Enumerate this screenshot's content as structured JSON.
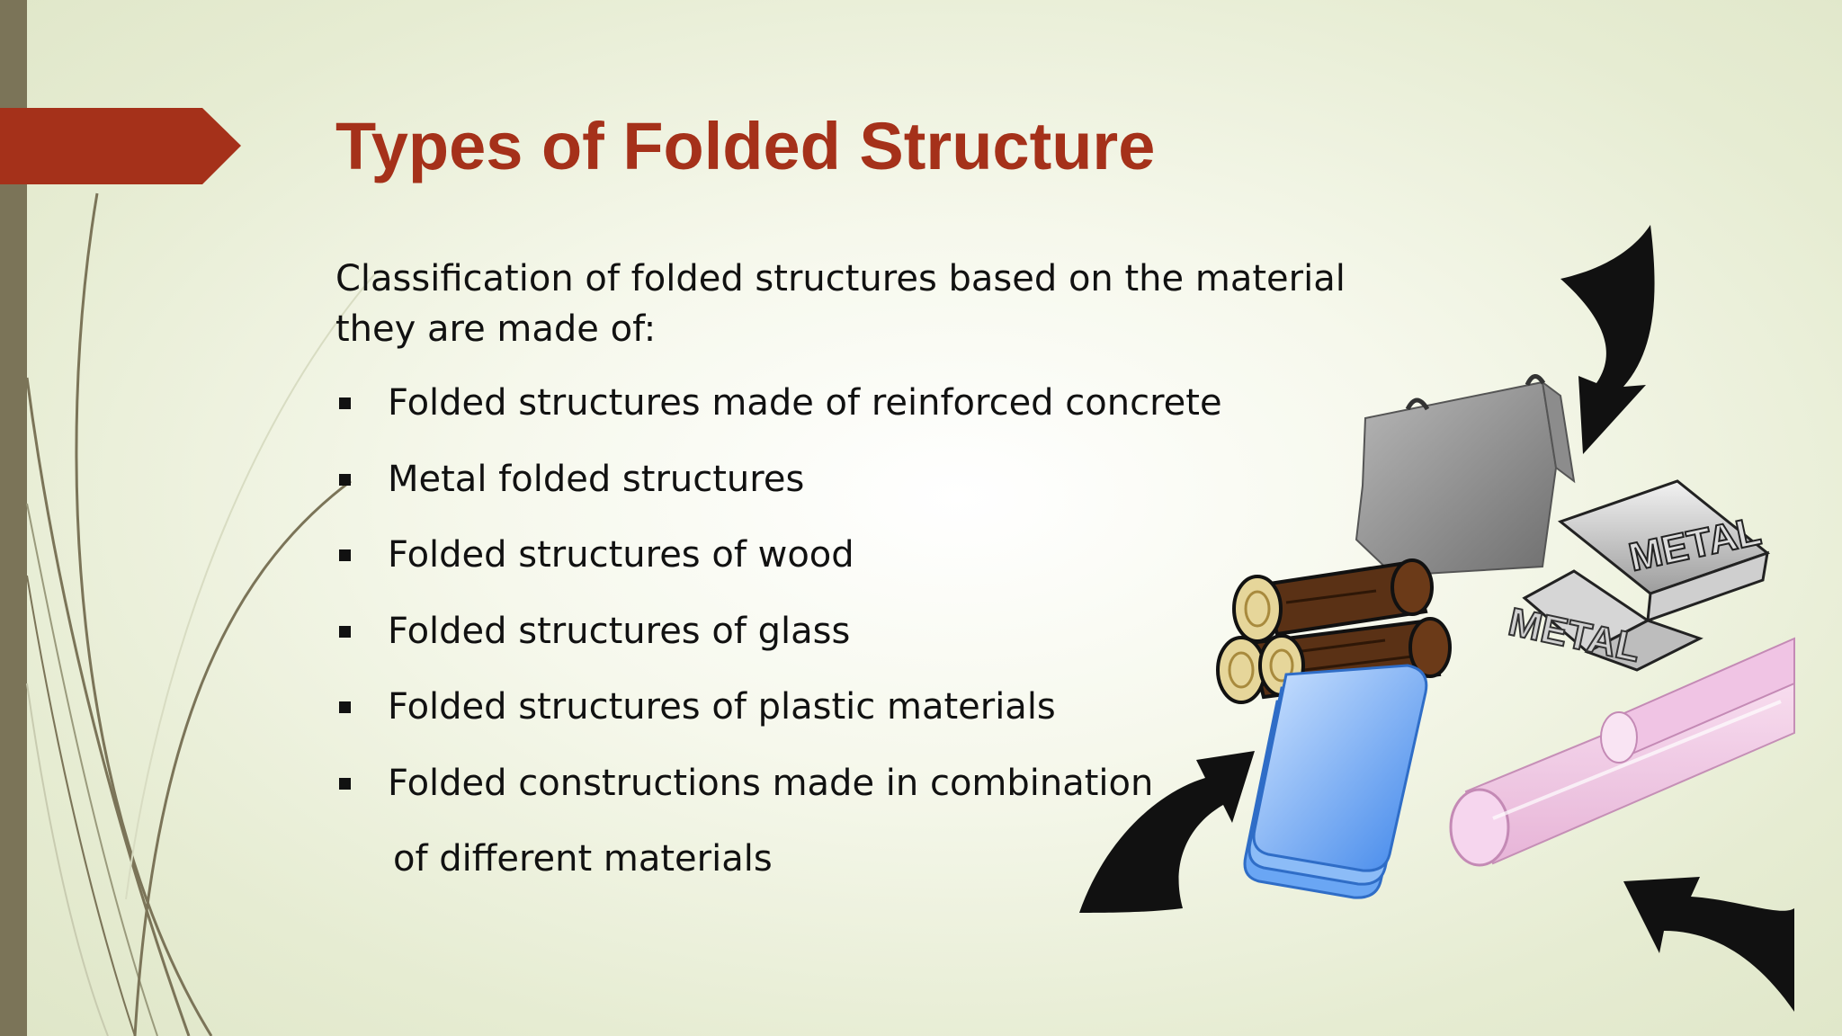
{
  "slide": {
    "title": "Types of Folded Structure",
    "intro": "Classification of folded structures based on the material they are made of:",
    "bullets": [
      {
        "text": "Folded structures made of reinforced concrete"
      },
      {
        "text": "Metal folded structures"
      },
      {
        "text": "Folded structures of wood"
      },
      {
        "text": "Folded structures of glass"
      },
      {
        "text": "Folded structures of plastic materials"
      },
      {
        "text": "Folded constructions made in combination",
        "continuation": "of different materials"
      }
    ]
  },
  "illustration": {
    "ingot_label_top": "METAL",
    "ingot_label_bottom": "METAL"
  },
  "colors": {
    "accent": "#a5311a",
    "sidebar": "#7b7458",
    "background": "#eef2df"
  },
  "icons": [
    "bullet-square-icon",
    "curved-arrow-icon",
    "concrete-barrier-icon",
    "metal-ingot-icon",
    "wood-logs-icon",
    "glass-panes-icon",
    "plastic-pipes-icon"
  ]
}
